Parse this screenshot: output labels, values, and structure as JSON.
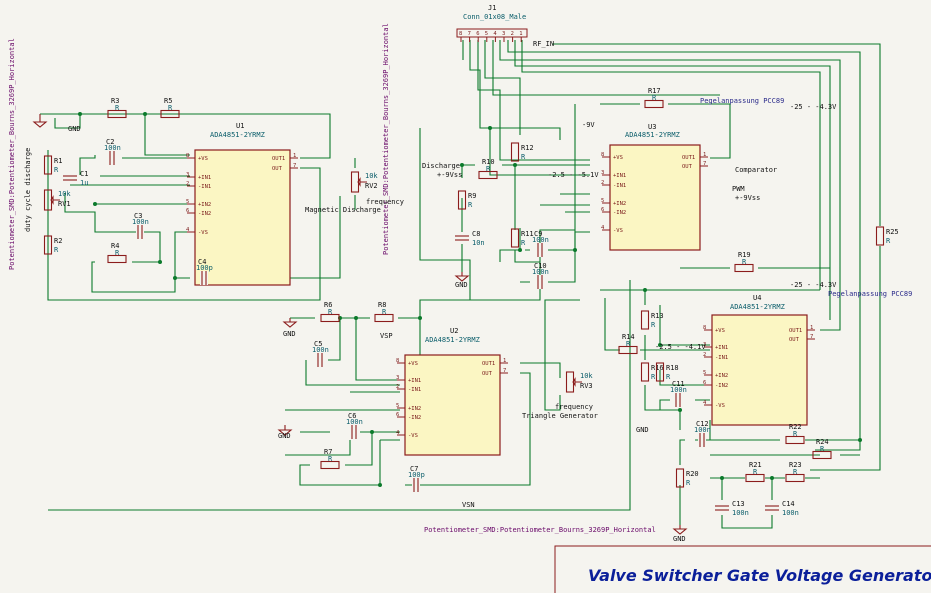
{
  "title": "Valve Switcher Gate Voltage Generator",
  "connector": {
    "ref": "J1",
    "value": "Conn_01x08_Male",
    "pins": [
      "8",
      "7",
      "6",
      "5",
      "4",
      "3",
      "2",
      "1"
    ]
  },
  "ics": [
    {
      "ref": "U1",
      "value": "ADA4851-2YRMZ",
      "pins_left": [
        "8",
        "3",
        "2",
        "5",
        "6",
        "4"
      ],
      "labels_left": [
        "+VS",
        "+IN1",
        "-IN1",
        "+IN2",
        "-IN2",
        "-VS"
      ],
      "pins_right": [
        "1",
        "7"
      ],
      "labels_right": [
        "OUT1",
        "OUT"
      ]
    },
    {
      "ref": "U2",
      "value": "ADA4851-2YRMZ",
      "pins_left": [
        "8",
        "3",
        "2",
        "5",
        "6",
        "4"
      ],
      "labels_left": [
        "+VS",
        "+IN1",
        "-IN1",
        "+IN2",
        "-IN2",
        "-VS"
      ],
      "pins_right": [
        "1",
        "7"
      ],
      "labels_right": [
        "OUT1",
        "OUT"
      ]
    },
    {
      "ref": "U3",
      "value": "ADA4851-2YRMZ",
      "pins_left": [
        "8",
        "3",
        "2",
        "5",
        "6",
        "4"
      ],
      "labels_left": [
        "+VS",
        "+IN1",
        "-IN1",
        "+IN2",
        "-IN2",
        "-VS"
      ],
      "pins_right": [
        "1",
        "7"
      ],
      "labels_right": [
        "OUT1",
        "OUT"
      ]
    },
    {
      "ref": "U4",
      "value": "ADA4851-2YRMZ",
      "pins_left": [
        "8",
        "3",
        "2",
        "5",
        "6",
        "4"
      ],
      "labels_left": [
        "+VS",
        "+IN1",
        "-IN1",
        "+IN2",
        "-IN2",
        "-VS"
      ],
      "pins_right": [
        "1",
        "7"
      ],
      "labels_right": [
        "OUT1",
        "OUT"
      ]
    }
  ],
  "resistors": [
    {
      "ref": "R1",
      "value": "R"
    },
    {
      "ref": "R2",
      "value": "R"
    },
    {
      "ref": "R3",
      "value": "R"
    },
    {
      "ref": "R4",
      "value": "R"
    },
    {
      "ref": "R5",
      "value": "R"
    },
    {
      "ref": "R6",
      "value": "R"
    },
    {
      "ref": "R7",
      "value": "R"
    },
    {
      "ref": "R8",
      "value": "R"
    },
    {
      "ref": "R9",
      "value": "R"
    },
    {
      "ref": "R10",
      "value": "R"
    },
    {
      "ref": "R11",
      "value": "R"
    },
    {
      "ref": "R12",
      "value": "R"
    },
    {
      "ref": "R13",
      "value": "R"
    },
    {
      "ref": "R14",
      "value": "R"
    },
    {
      "ref": "R16",
      "value": "R"
    },
    {
      "ref": "R17",
      "value": "R"
    },
    {
      "ref": "R18",
      "value": "R"
    },
    {
      "ref": "R19",
      "value": "R"
    },
    {
      "ref": "R20",
      "value": "R"
    },
    {
      "ref": "R21",
      "value": "R"
    },
    {
      "ref": "R22",
      "value": "R"
    },
    {
      "ref": "R23",
      "value": "R"
    },
    {
      "ref": "R24",
      "value": "R"
    },
    {
      "ref": "R25",
      "value": "R"
    }
  ],
  "capacitors": [
    {
      "ref": "C1",
      "value": "1u"
    },
    {
      "ref": "C2",
      "value": "100n"
    },
    {
      "ref": "C3",
      "value": "100n"
    },
    {
      "ref": "C4",
      "value": "100p"
    },
    {
      "ref": "C5",
      "value": "100n"
    },
    {
      "ref": "C6",
      "value": "100n"
    },
    {
      "ref": "C7",
      "value": "100p"
    },
    {
      "ref": "C8",
      "value": "10n"
    },
    {
      "ref": "C9",
      "value": "100n"
    },
    {
      "ref": "C10",
      "value": "100n"
    },
    {
      "ref": "C11",
      "value": "100n"
    },
    {
      "ref": "C12",
      "value": "100n"
    },
    {
      "ref": "C13",
      "value": "100n"
    },
    {
      "ref": "C14",
      "value": "100n"
    }
  ],
  "pots": [
    {
      "ref": "RV1",
      "value": "10k",
      "footprint": "Potentiometer_SMD:Potentiometer_Bourns_3269P_Horizontal",
      "label": "duty cycle discharge"
    },
    {
      "ref": "RV2",
      "value": "10k",
      "footprint": "Potentiometer_SMD:Potentiometer_Bourns_3269P_Horizontal",
      "label": "frequency Magnetic Discharge"
    },
    {
      "ref": "RV3",
      "value": "10k",
      "footprint": "Potentiometer_SMD:Potentiometer_Bourns_3269P_Horizontal",
      "label": "frequency Triangle Generator"
    }
  ],
  "net_labels": {
    "gnd": "GND",
    "vsn": "VSN",
    "vsp": "VSP",
    "rf_in": "RF_IN",
    "neg9v": "-9V",
    "pegel1": "Pegelanpassung PCC89",
    "pegel2": "Pegelanpassung PCC89",
    "range1": "-25 - -4.3V",
    "range2": "-25 - -4.3V",
    "range3": "-2.5 - -5.1V",
    "range4": "-2.5 - -4.1V",
    "discharge": "Discharge",
    "discharge_amp": "+-9Vss",
    "pwm": "PWM",
    "pwm_amp": "+-9Vss",
    "comparator": "Comparator"
  }
}
